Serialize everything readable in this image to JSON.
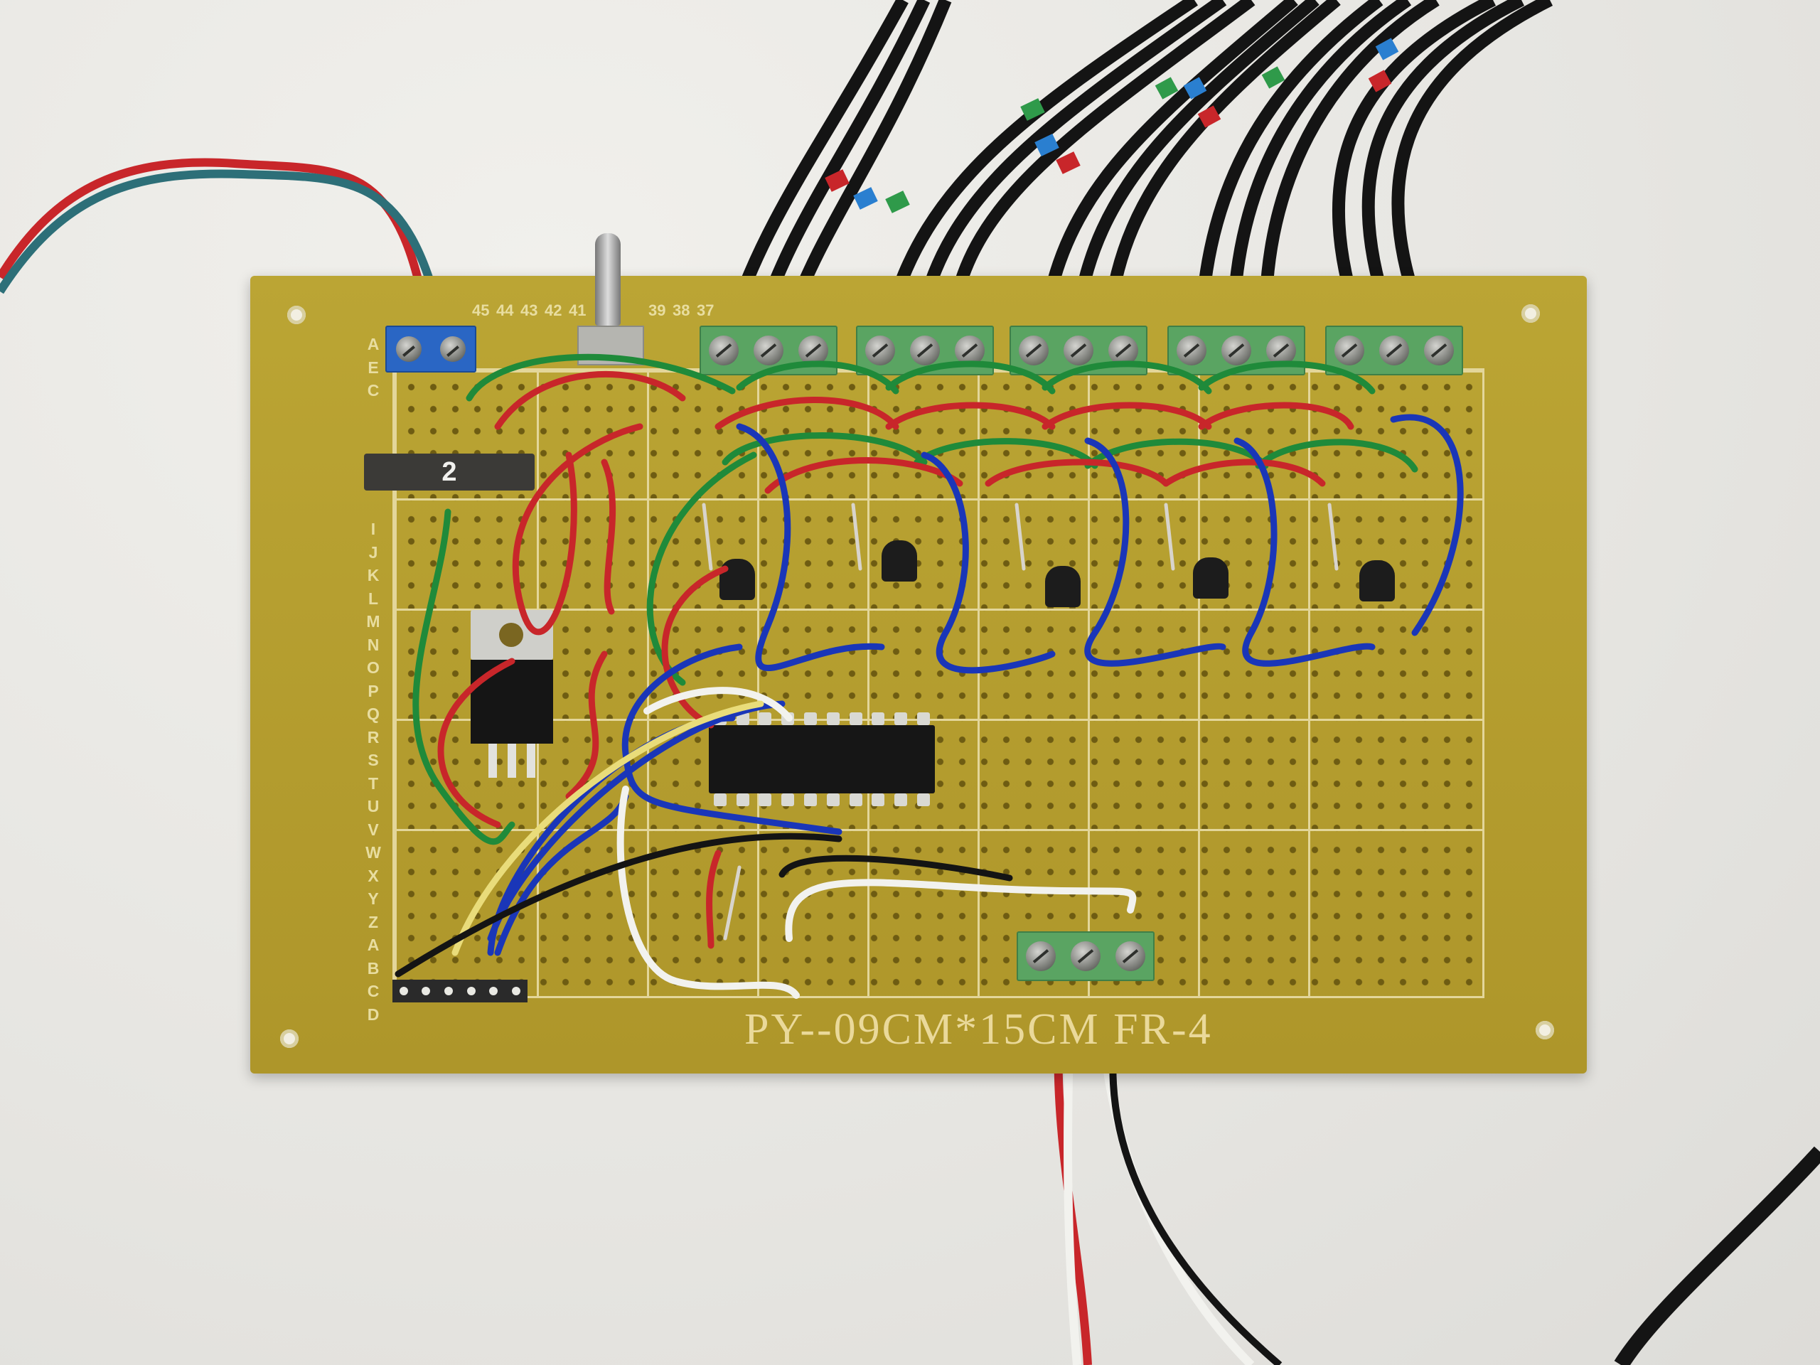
{
  "scene": {
    "description": "Hand-soldered perfboard circuit on a white surface",
    "background_color": "#e6e5e1"
  },
  "board": {
    "silkscreen_label": "PY--09CM*15CM FR-4",
    "color": "#b59e2e",
    "silkscreen_color": "#e3d69a",
    "row_labels": [
      "A",
      "E",
      "C",
      "",
      "",
      "",
      "",
      "",
      "I",
      "J",
      "K",
      "L",
      "M",
      "N",
      "O",
      "P",
      "Q",
      "R",
      "S",
      "T",
      "U",
      "V",
      "W",
      "X",
      "Y",
      "Z",
      "A",
      "B",
      "C",
      "D"
    ],
    "column_labels_top": [
      "45",
      "44",
      "43",
      "42",
      "41",
      "39",
      "38",
      "37"
    ]
  },
  "components": {
    "fuse": {
      "label": "2"
    },
    "power_terminal": {
      "type": "2-pin screw terminal",
      "color": "#2a66c4"
    },
    "toggle_switch": {
      "type": "SPDT toggle"
    },
    "voltage_regulator": {
      "package": "TO-220"
    },
    "ic": {
      "package": "DIP-20",
      "pins_per_side": 10
    },
    "transistors": {
      "count": 5,
      "package": "TO-92"
    },
    "output_terminals": {
      "count": 5,
      "pins_each": 3,
      "color": "#5aa462"
    },
    "input_terminal": {
      "pins": 3,
      "color": "#5aa462"
    },
    "pin_header": {
      "pins": 6
    }
  },
  "wire_colors": {
    "red": "#c8262a",
    "green": "#1f8a3a",
    "blue": "#1a36b8",
    "black": "#141414",
    "white": "#f2f2ee",
    "yellow": "#e9dc7a"
  }
}
